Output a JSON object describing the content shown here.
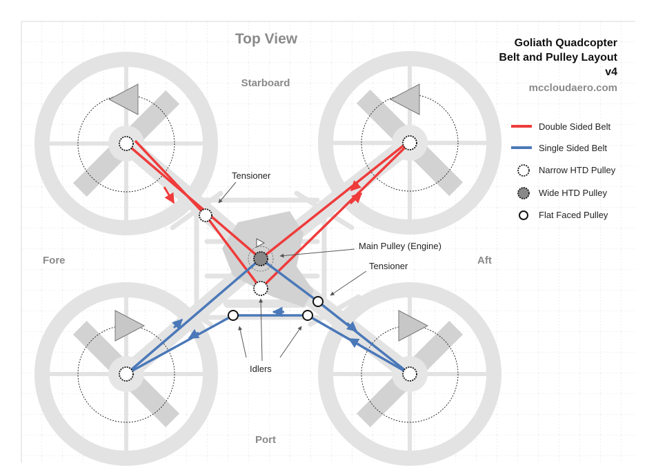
{
  "title": "Top View",
  "heading": {
    "line1": "Goliath Quadcopter",
    "line2": "Belt and Pulley Layout",
    "line3": "v4",
    "site": "mccloudaero.com"
  },
  "directions": {
    "starboard": "Starboard",
    "port": "Port",
    "fore": "Fore",
    "aft": "Aft"
  },
  "callouts": {
    "tensioner_top": "Tensioner",
    "tensioner_right": "Tensioner",
    "main_pulley": "Main Pulley (Engine)",
    "idlers": "Idlers"
  },
  "legend": [
    {
      "label": "Double Sided Belt",
      "symbol": "line",
      "color": "#ef3b3b"
    },
    {
      "label": "Single Sided Belt",
      "symbol": "line",
      "color": "#4a78b8"
    },
    {
      "label": "Narrow HTD Pulley",
      "symbol": "narrow-htd-pulley-icon"
    },
    {
      "label": "Wide HTD Pulley",
      "symbol": "wide-htd-pulley-icon"
    },
    {
      "label": "Flat Faced Pulley",
      "symbol": "flat-pulley-icon"
    }
  ],
  "colors": {
    "double_belt": "#ef3b3b",
    "single_belt": "#4a78b8",
    "frame": "#e3e3e3",
    "body": "#d2d2d2",
    "grid": "#c9c9c9"
  }
}
